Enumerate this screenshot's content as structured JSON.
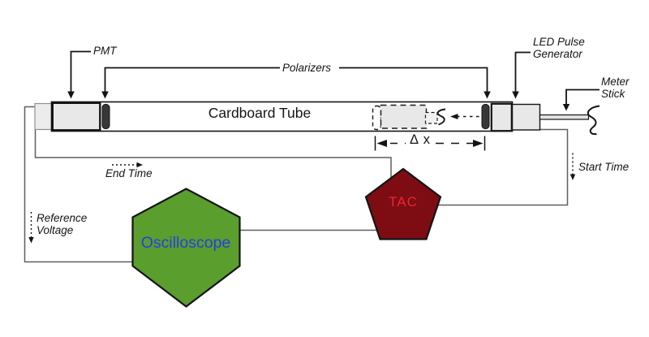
{
  "figure": {
    "tube_label": "Cardboard Tube",
    "delta_x_label": "Δ x",
    "annotations": {
      "pmt": "PMT",
      "polarizers": "Polarizers",
      "led_pulse_generator": [
        "LED Pulse",
        "Generator"
      ],
      "meter_stick": [
        "Meter",
        "Stick"
      ],
      "end_time": "End Time",
      "start_time": "Start Time",
      "reference_voltage": [
        "Reference",
        "Voltage"
      ]
    },
    "components": {
      "oscilloscope": {
        "label": "Oscilloscope",
        "shape": "hexagon",
        "fill": "#5a9e2e",
        "text_color": "#2640e0"
      },
      "tac": {
        "label": "TAC",
        "shape": "pentagon",
        "fill": "#7d0d13",
        "text_color": "#ee2433"
      }
    },
    "colors": {
      "line": "#141414",
      "wire": "#5f5f5f",
      "tube_fill": "#ffffff",
      "component_fill": "#e8e8e8",
      "polarizer_fill": "#383838"
    }
  }
}
